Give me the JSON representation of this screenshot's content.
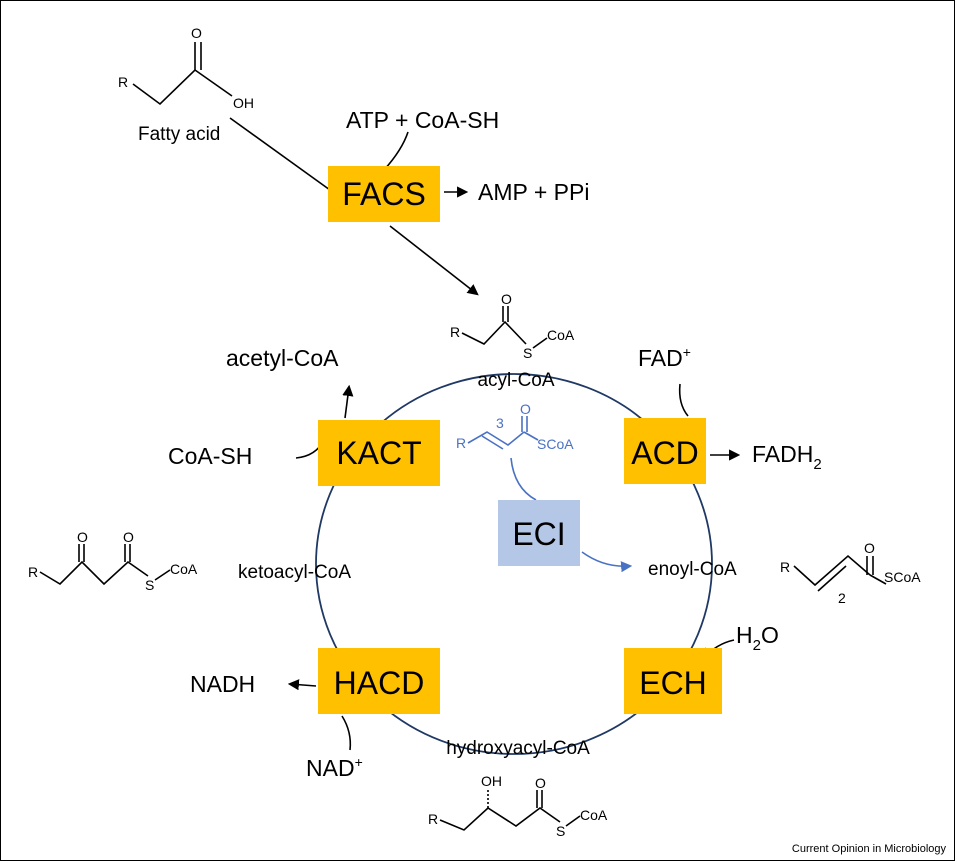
{
  "enzymes": {
    "facs": "FACS",
    "acd": "ACD",
    "ech": "ECH",
    "hacd": "HACD",
    "kact": "KACT",
    "eci": "ECI"
  },
  "metabolites": {
    "fatty_acid": "Fatty acid",
    "acyl_coa": "acyl-CoA",
    "enoyl_coa": "enoyl-CoA",
    "hydroxyacyl_coa": "hydroxyacyl-CoA",
    "ketoacyl_coa": "ketoacyl-CoA",
    "acetyl_coa": "acetyl-CoA"
  },
  "cofactors": {
    "atp_coash": "ATP + CoA-SH",
    "amp_ppi": "AMP + PPi",
    "fad": "FAD",
    "fad_sup": "+",
    "fadh": "FADH",
    "fadh_sub": "2",
    "h2o_h": "H",
    "h2o_sub": "2",
    "h2o_o": "O",
    "nadh": "NADH",
    "nad": "NAD",
    "nad_sup": "+",
    "coash": "CoA-SH"
  },
  "structure_labels": {
    "r": "R",
    "o": "O",
    "oh": "OH",
    "coa": "CoA",
    "s": "S",
    "scoa": "SCoA",
    "pos3": "3",
    "pos2": "2"
  },
  "footer": {
    "credit": "Current Opinion in Microbiology"
  },
  "colors": {
    "enzyme_box": "#ffc000",
    "eci_box": "#b4c7e7",
    "cycle_line": "#1f3864",
    "isomerase_path": "#4a72c4"
  }
}
